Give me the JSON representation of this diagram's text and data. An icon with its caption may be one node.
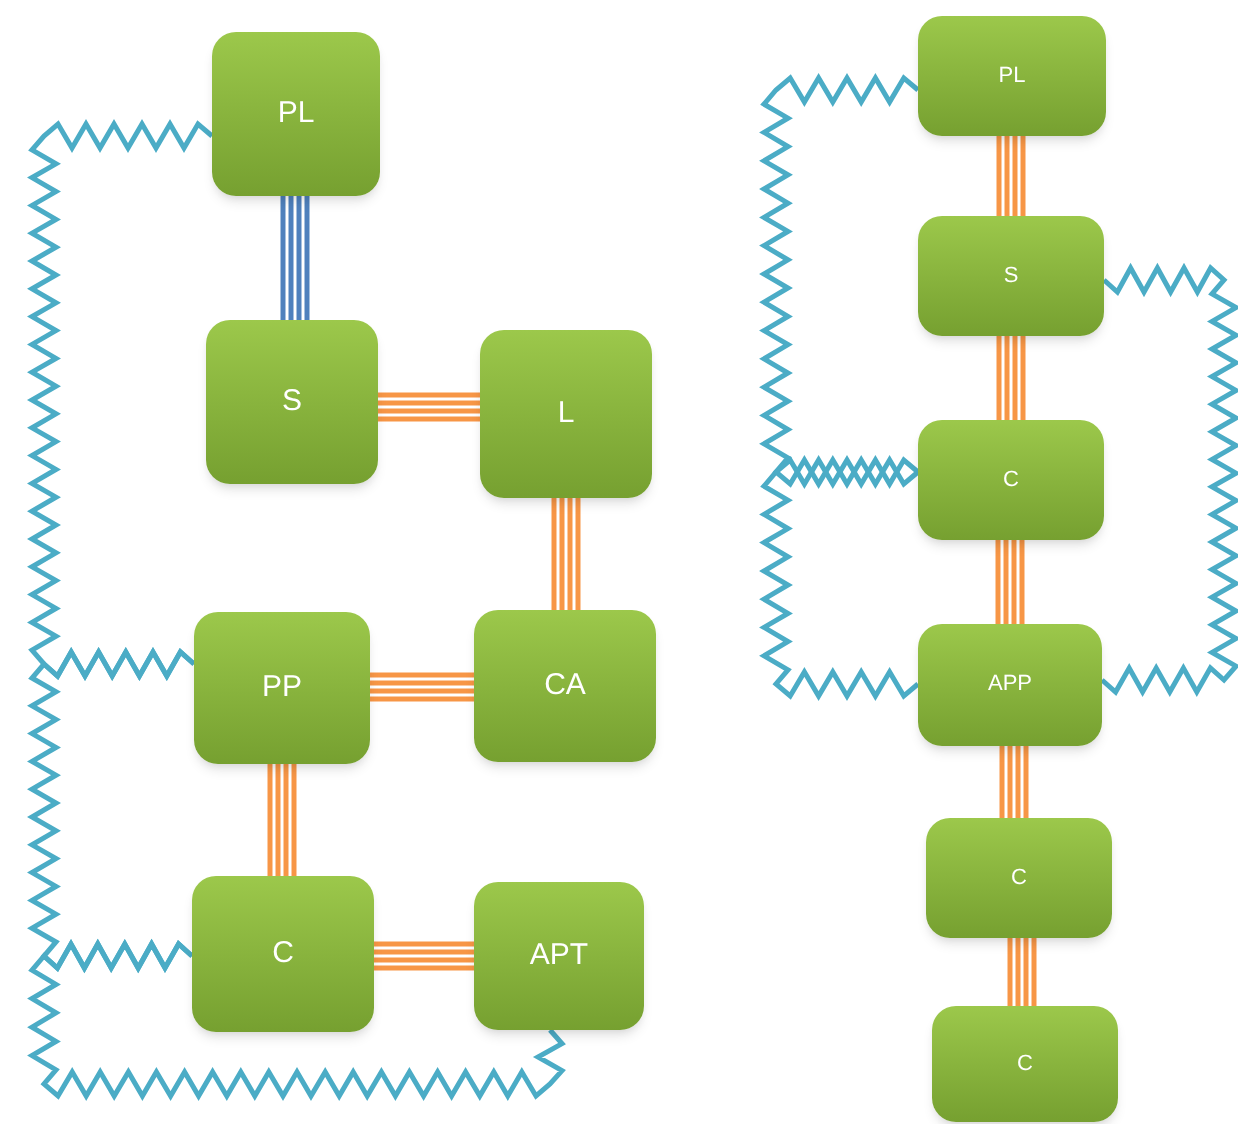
{
  "diagram": {
    "nodes": [
      {
        "text": [
          "PL"
        ]
      },
      {
        "text": [
          "S"
        ]
      },
      {
        "text": [
          "L"
        ]
      },
      {
        "text": [
          "PP"
        ]
      },
      {
        "text": [
          "CA"
        ]
      },
      {
        "text": [
          "C"
        ]
      },
      {
        "text": [
          "APT"
        ]
      },
      {
        "text": [
          "PL"
        ]
      },
      {
        "text": [
          "S"
        ]
      },
      {
        "text": [
          "C"
        ]
      },
      {
        "text": [
          "APP"
        ]
      },
      {
        "text": [
          "C"
        ]
      },
      {
        "text": [
          "C"
        ]
      }
    ],
    "edges": [
      {
        "from": 0,
        "to": 1,
        "arrow": "none",
        "color": "#4f81bd"
      },
      {
        "from": 1,
        "to": 2,
        "arrow": "none"
      },
      {
        "from": 2,
        "to": 4,
        "arrow": "none"
      },
      {
        "from": 3,
        "to": 4,
        "arrow": "none"
      },
      {
        "from": 3,
        "to": 5,
        "arrow": "none"
      },
      {
        "from": 5,
        "to": 6,
        "arrow": "none"
      },
      {
        "from": 0,
        "to": 3,
        "arrow": "none",
        "color": "#4bacc6"
      },
      {
        "from": 3,
        "to": 5,
        "arrow": "none",
        "color": "#4bacc6"
      },
      {
        "from": 5,
        "to": 6,
        "arrow": "none",
        "color": "#4bacc6"
      },
      {
        "from": 7,
        "to": 8,
        "arrow": "none"
      },
      {
        "from": 8,
        "to": 9,
        "arrow": "none"
      },
      {
        "from": 9,
        "to": 10,
        "arrow": "none"
      },
      {
        "from": 10,
        "to": 11,
        "arrow": "none"
      },
      {
        "from": 11,
        "to": 12,
        "arrow": "none"
      },
      {
        "from": 7,
        "to": 9,
        "arrow": "none",
        "color": "#4bacc6"
      },
      {
        "from": 9,
        "to": 10,
        "arrow": "none",
        "color": "#4bacc6"
      },
      {
        "from": 8,
        "to": 10,
        "arrow": "none",
        "color": "#4bacc6"
      }
    ]
  }
}
